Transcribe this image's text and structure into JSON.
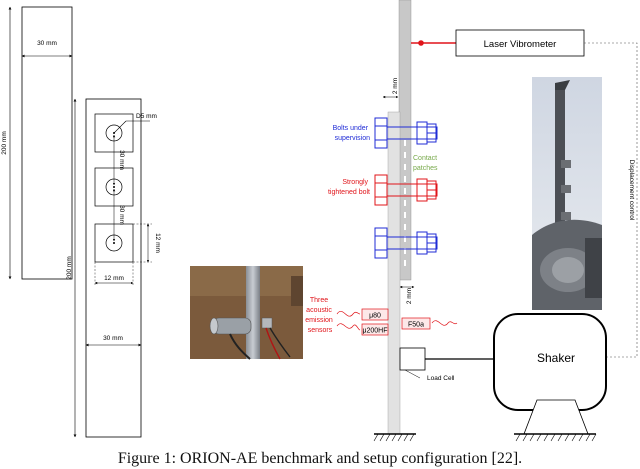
{
  "specimen": {
    "width_top": "30 mm",
    "height_top": "200 mm",
    "hole_label": "D5 mm",
    "spacing_1": "30 mm",
    "spacing_2": "30 mm",
    "edge_v": "12 mm",
    "edge_h": "12 mm",
    "height_bottom": "200 mm",
    "width_bottom": "30 mm"
  },
  "setup": {
    "gap_top": "2 mm",
    "gap_bottom": "2 mm",
    "bolts_label_1": "Bolts under",
    "bolts_label_2": "supervision",
    "strong_label_1": "Strongly",
    "strong_label_2": "tightened bolt",
    "contact_label_1": "Contact",
    "contact_label_2": "patches",
    "sensors_label_1": "Three",
    "sensors_label_2": "acoustic",
    "sensors_label_3": "emission",
    "sensors_label_4": "sensors",
    "sensor_1": "μ80",
    "sensor_2": "μ200HF",
    "sensor_3": "F50a",
    "laser": "Laser Vibrometer",
    "displacement": "Displacement control",
    "load_cell": "Load Cell",
    "shaker": "Shaker"
  },
  "caption": "Figure 1: ORION-AE benchmark and setup configuration [22]."
}
